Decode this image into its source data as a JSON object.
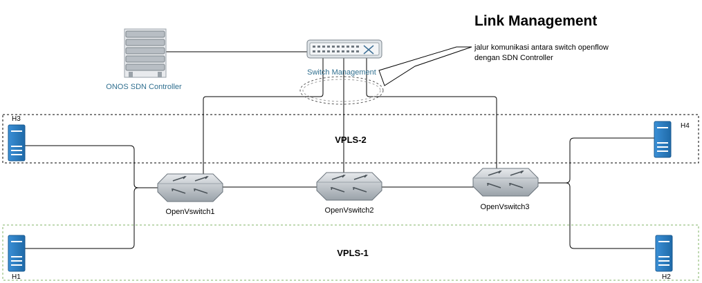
{
  "title": "Link Management",
  "callout": {
    "line1": "jalur komunikasi  antara switch openflow",
    "line2": "dengan SDN Controller"
  },
  "controller": {
    "label": "ONOS SDN Controller",
    "icon": "server-rack-icon"
  },
  "management_switch": {
    "label": "Switch Management",
    "icon": "network-switch-icon"
  },
  "switches": [
    {
      "label": "OpenVswitch1",
      "icon": "ovs-switch-icon"
    },
    {
      "label": "OpenVswitch2",
      "icon": "ovs-switch-icon"
    },
    {
      "label": "OpenVswitch3",
      "icon": "ovs-switch-icon"
    }
  ],
  "hosts": [
    {
      "label": "H1",
      "icon": "host-server-icon"
    },
    {
      "label": "H2",
      "icon": "host-server-icon"
    },
    {
      "label": "H3",
      "icon": "host-server-icon"
    },
    {
      "label": "H4",
      "icon": "host-server-icon"
    }
  ],
  "vpls": [
    {
      "label": "VPLS-2",
      "border_color": "#000000"
    },
    {
      "label": "VPLS-1",
      "border_color": "#82b366"
    }
  ],
  "colors": {
    "controller_text": "#2f6f8f",
    "host_fill": "#2b7bc0",
    "switch_fill": "#c8cdd2"
  }
}
